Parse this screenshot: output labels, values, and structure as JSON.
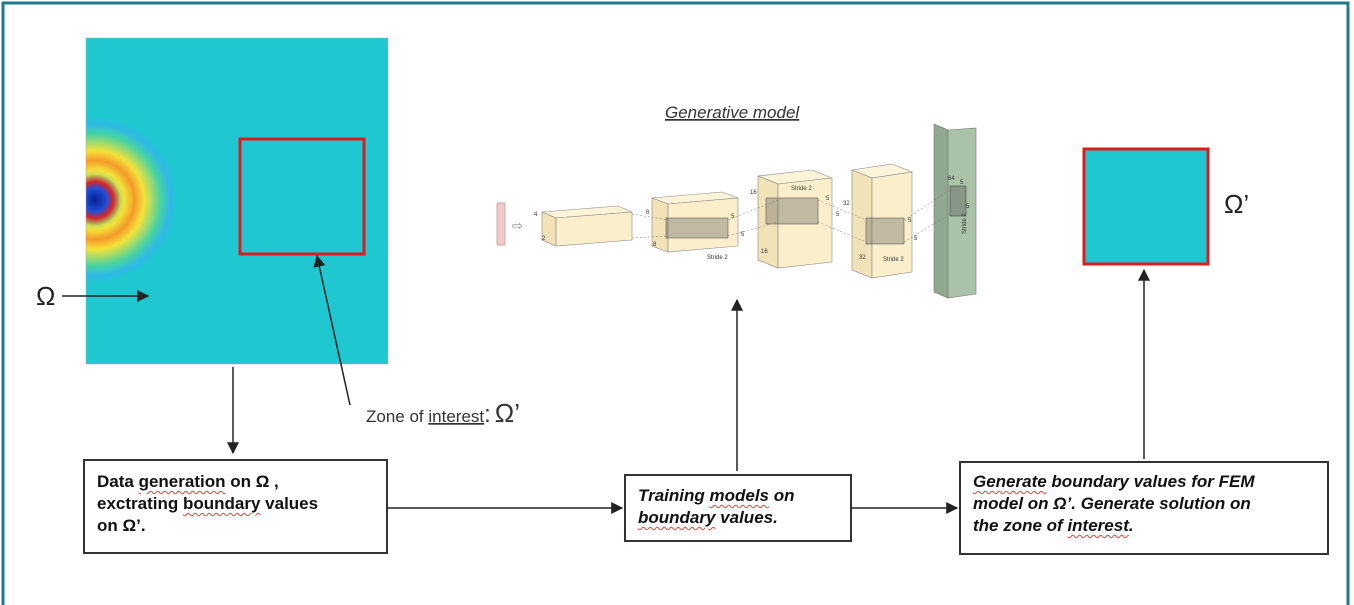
{
  "labels": {
    "omega": "Ω",
    "zone_prefix": "Zone of ",
    "zone_word": "interest",
    "zone_colon": ":",
    "zone_symbol": "Ω’",
    "generative_model": "Generative model",
    "omega_prime": "Ω’"
  },
  "boxes": {
    "box1": {
      "l1a": "Data ",
      "l1b": "generation",
      "l1c": " on Ω ,",
      "l2a": "exctrating ",
      "l2b": "boundary",
      "l2c": " values",
      "l3": "on Ω’."
    },
    "box2": {
      "l1a": "Training ",
      "l1b": "models",
      "l1c": " on",
      "l2a": "boundary",
      "l2b": " values."
    },
    "box3": {
      "l1a": "Generate",
      "l1b": " boundary values for FEM",
      "l2": "model on Ω’. Generate solution on",
      "l3a": "the zone of ",
      "l3b": "interest",
      "l3c": "."
    }
  },
  "network": {
    "input_dim": "4",
    "input_dim2": "2",
    "k1_a": "8",
    "k1_b": "5",
    "k1_c": "5",
    "k1_d": "8",
    "stride1": "Stride 2",
    "k2_a": "16",
    "k2_b": "5",
    "k2_c": "5",
    "k2_d": "16",
    "stride2": "Stride 2",
    "k3_a": "32",
    "k3_b": "5",
    "k3_c": "5",
    "k3_d": "32",
    "stride3": "Stride 2",
    "k4_a": "64",
    "k4_b": "5",
    "k4_c": "5",
    "stride4": "Stride 2"
  },
  "colors": {
    "frame_border": "#1f7a8c",
    "arrow": "#222222",
    "zone_box": "#e01b1b",
    "layer_fill": "#fbeecb",
    "output_layer": "#a9c2a8"
  }
}
